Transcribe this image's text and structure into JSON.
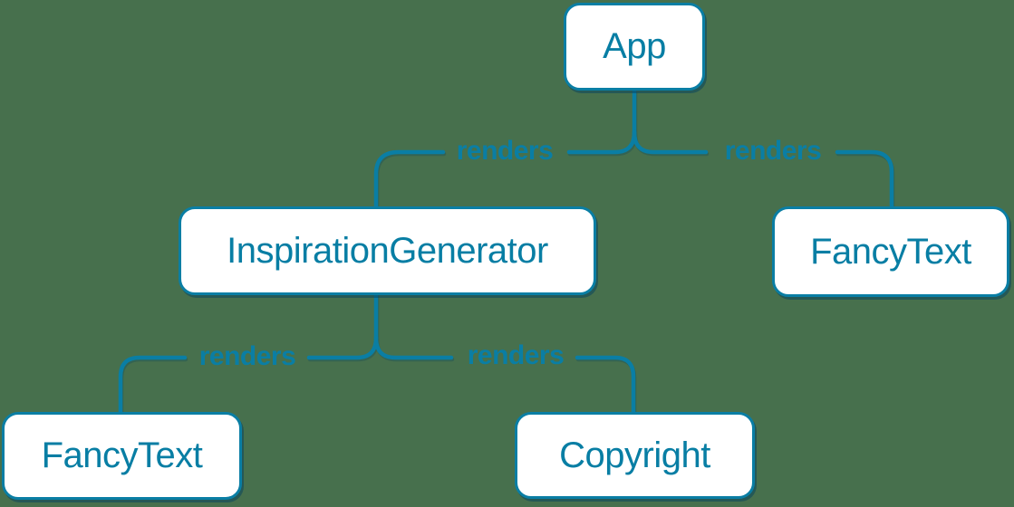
{
  "colors": {
    "background": "#47704d",
    "accent": "#0a7ea4",
    "node_fill": "#ffffff",
    "node_text": "#087ea4",
    "node_shadow": "#0a465f"
  },
  "nodes": [
    {
      "id": "app",
      "label": "App"
    },
    {
      "id": "inspiration-generator",
      "label": "InspirationGenerator"
    },
    {
      "id": "fancy-text-top",
      "label": "FancyText"
    },
    {
      "id": "fancy-text-bottom",
      "label": "FancyText"
    },
    {
      "id": "copyright",
      "label": "Copyright"
    }
  ],
  "edges": [
    {
      "from": "App",
      "to": "InspirationGenerator",
      "label": "renders"
    },
    {
      "from": "App",
      "to": "FancyText",
      "label": "renders"
    },
    {
      "from": "InspirationGenerator",
      "to": "FancyText",
      "label": "renders"
    },
    {
      "from": "InspirationGenerator",
      "to": "Copyright",
      "label": "renders"
    }
  ]
}
